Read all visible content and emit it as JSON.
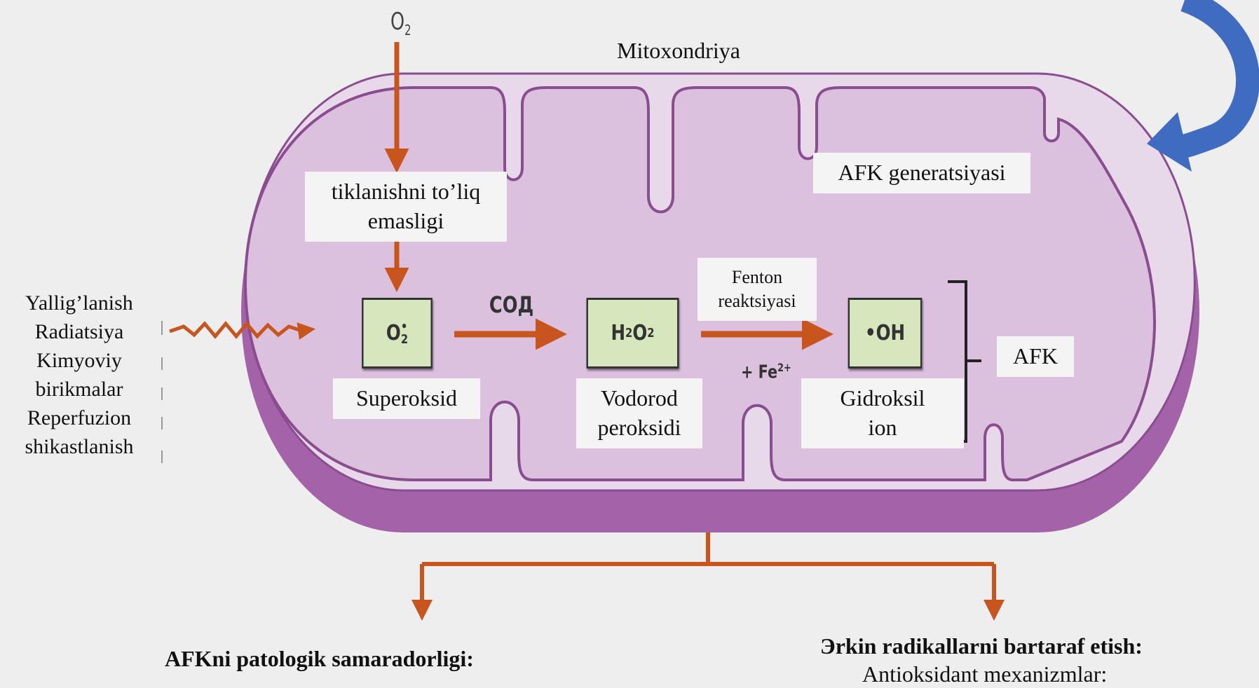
{
  "diagram": {
    "oxygen_label": "O",
    "oxygen_sub": "2",
    "organelle_label": "Mitoxondriya",
    "generation_label": "AFK generatsiyasi",
    "incomplete_reduction": [
      "tiklanishni to’liq",
      "emasligi"
    ],
    "causes": [
      "Yallig’lanish",
      "Radiatsiya",
      "Kimyoviy",
      "birikmalar",
      "Reperfuzion",
      "shikastlanish"
    ],
    "superoxide": {
      "symbol": "O",
      "sub": "2",
      "sup": "•",
      "name": "Superoksid"
    },
    "enzyme_label": "СОД",
    "hydrogen_peroxide": {
      "symbol_h": "H",
      "sub_h": "2",
      "symbol_o": "O",
      "sub_o": "2",
      "name_lines": [
        "Vodorod",
        "peroksidi"
      ]
    },
    "fenton": [
      "Fenton",
      "reaktsiyasi"
    ],
    "iron": {
      "text": "+ Fe",
      "sup": "2+"
    },
    "hydroxyl": {
      "symbol": "•OH",
      "name_lines": [
        "Gidroksil",
        "ion"
      ]
    },
    "afk_group_label": "AFK",
    "outcome_left": {
      "title": "AFKni patologik samaradorligi:"
    },
    "outcome_right": {
      "title": "Эrkin radikallarni bartaraf etish:",
      "subtitle": "Antioksidant mexanizmlar:"
    }
  },
  "colors": {
    "arrow": "#c8541e",
    "membrane_outer": "#a75fab",
    "membrane_fill": "#dcc1df",
    "chem_box": "#d6e7bd",
    "accent_arrow": "#3f6bc0"
  }
}
